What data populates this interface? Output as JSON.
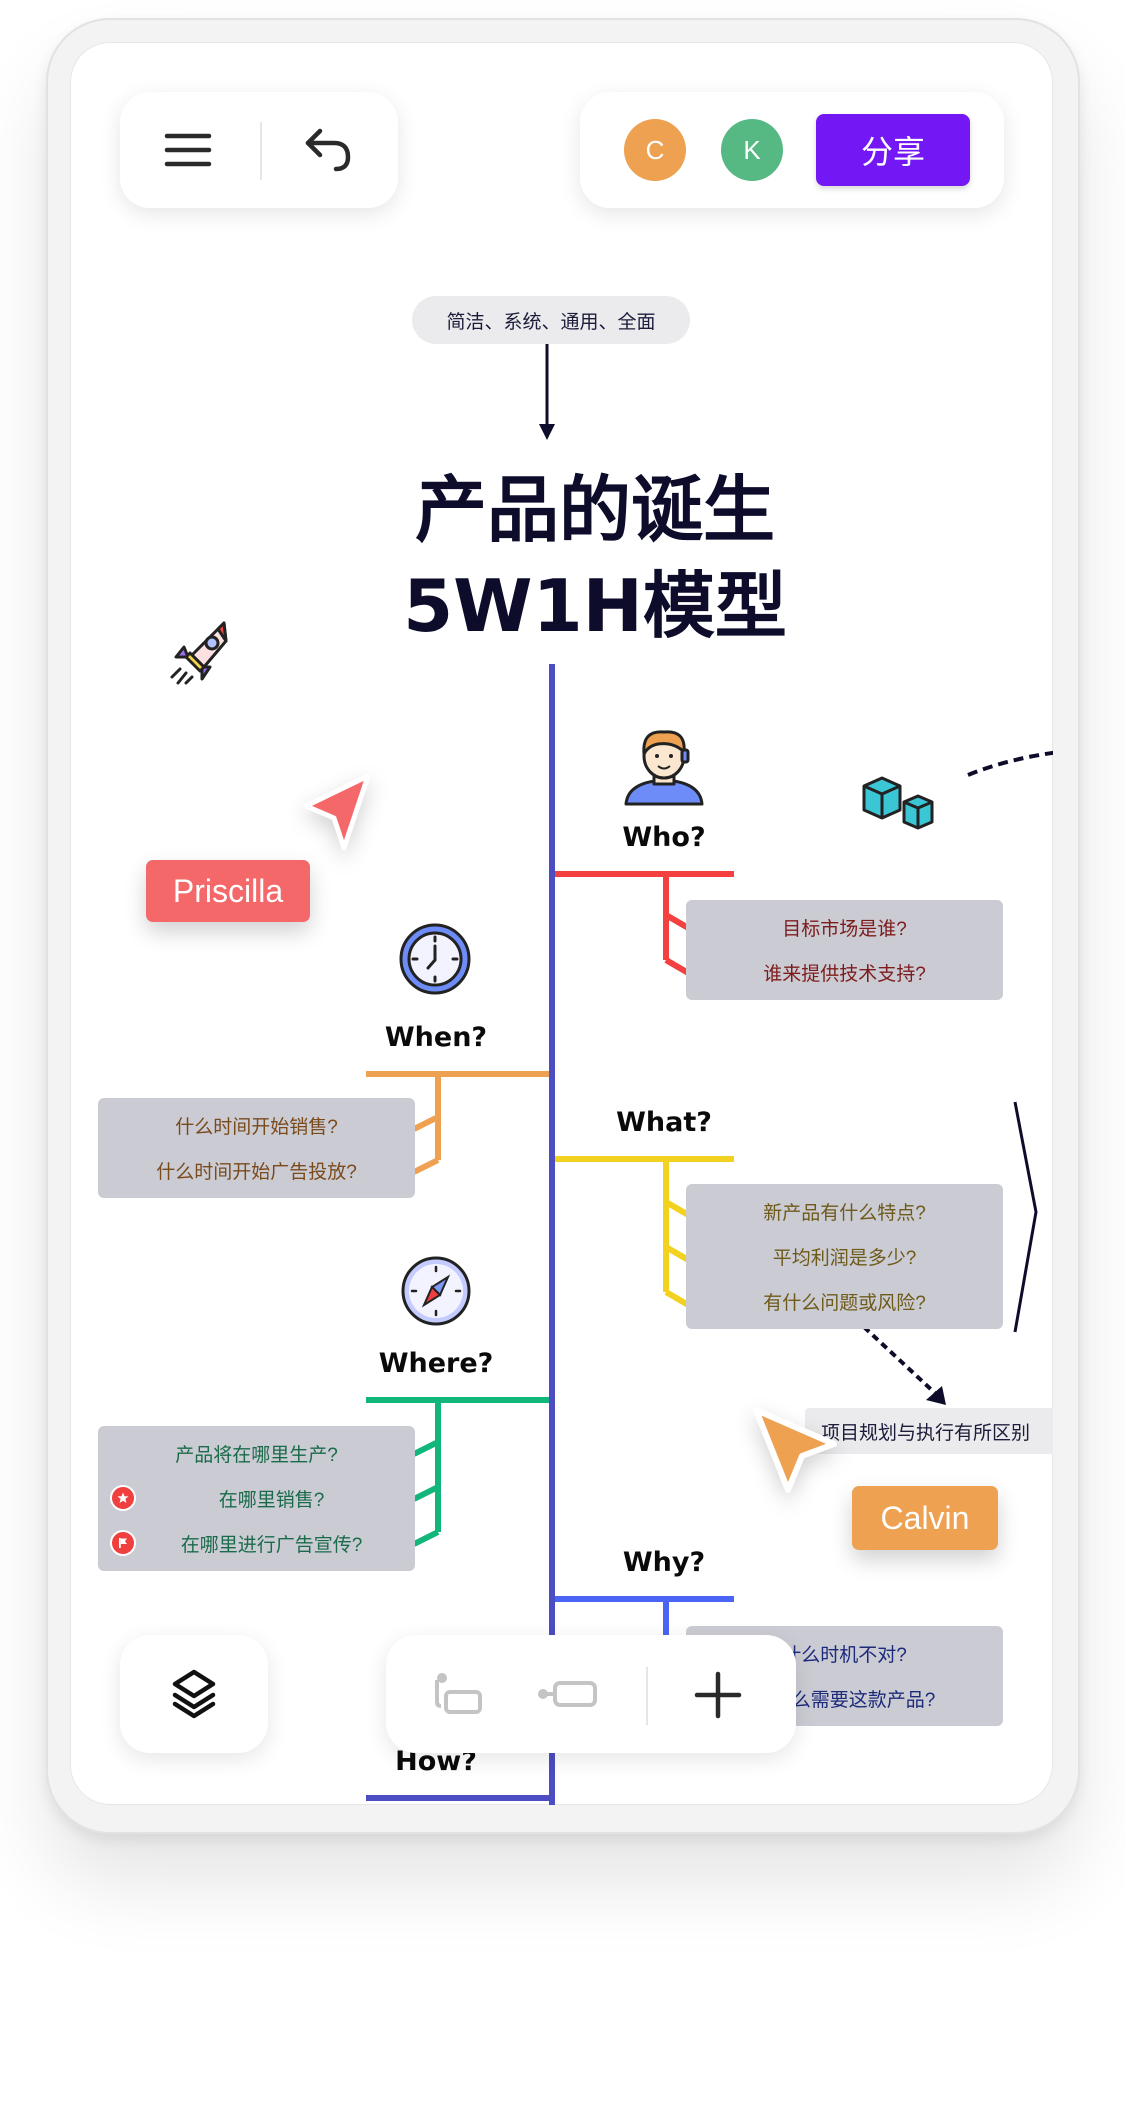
{
  "toolbar": {
    "menu_icon": "hamburger-menu-icon",
    "undo_icon": "undo-arrow-icon",
    "collaborators": [
      {
        "initial": "C",
        "color": "#eda151"
      },
      {
        "initial": "K",
        "color": "#56b883"
      }
    ],
    "share_label": "分享",
    "share_color": "#7318f5"
  },
  "mindmap": {
    "top_note": "简洁、系统、通用、全面",
    "title_line1": "产品的诞生",
    "title_line2": "5W1H模型",
    "spine_color": "#4c4cc3",
    "branches": [
      {
        "label": "Who?",
        "color": "#f54040",
        "text_color": "#7d1c1c",
        "icon": "customer-service-person-icon",
        "items": [
          "目标市场是谁?",
          "谁来提供技术支持?"
        ]
      },
      {
        "label": "When?",
        "color": "#eda151",
        "text_color": "#7a4a1c",
        "icon": "clock-icon",
        "items": [
          "什么时间开始销售?",
          "什么时间开始广告投放?"
        ]
      },
      {
        "label": "What?",
        "color": "#f2d21f",
        "text_color": "#6e5a1a",
        "icon": "",
        "items": [
          "新产品有什么特点?",
          "平均利润是多少?",
          "有什么问题或风险?"
        ]
      },
      {
        "label": "Where?",
        "color": "#13b67a",
        "text_color": "#1a6b4a",
        "icon": "compass-icon",
        "items": [
          "产品将在哪里生产?",
          "在哪里销售?",
          "在哪里进行广告宣传?"
        ],
        "item_markers": [
          "",
          "star-badge-icon",
          "flag-badge-icon"
        ]
      },
      {
        "label": "Why?",
        "color": "#4a64f5",
        "text_color": "#1c2a7a",
        "icon": "",
        "items": [
          "什么时机不对?",
          "为什么需要这款产品?"
        ]
      },
      {
        "label": "How?",
        "color": "#4c4cc3",
        "text_color": "#0a0a0a",
        "icon": "",
        "items": []
      }
    ],
    "side_note": "项目规划与执行有所区别"
  },
  "cursors": [
    {
      "name": "Priscilla",
      "color": "#f4686a"
    },
    {
      "name": "Calvin",
      "color": "#eda151"
    }
  ],
  "decorations": [
    "rocket-icon",
    "cubes-icon"
  ],
  "bottom_toolbar": {
    "layers_icon": "layers-icon",
    "add_child_icon": "add-child-node-icon",
    "add_sibling_icon": "add-sibling-node-icon",
    "add_icon": "plus-icon"
  }
}
